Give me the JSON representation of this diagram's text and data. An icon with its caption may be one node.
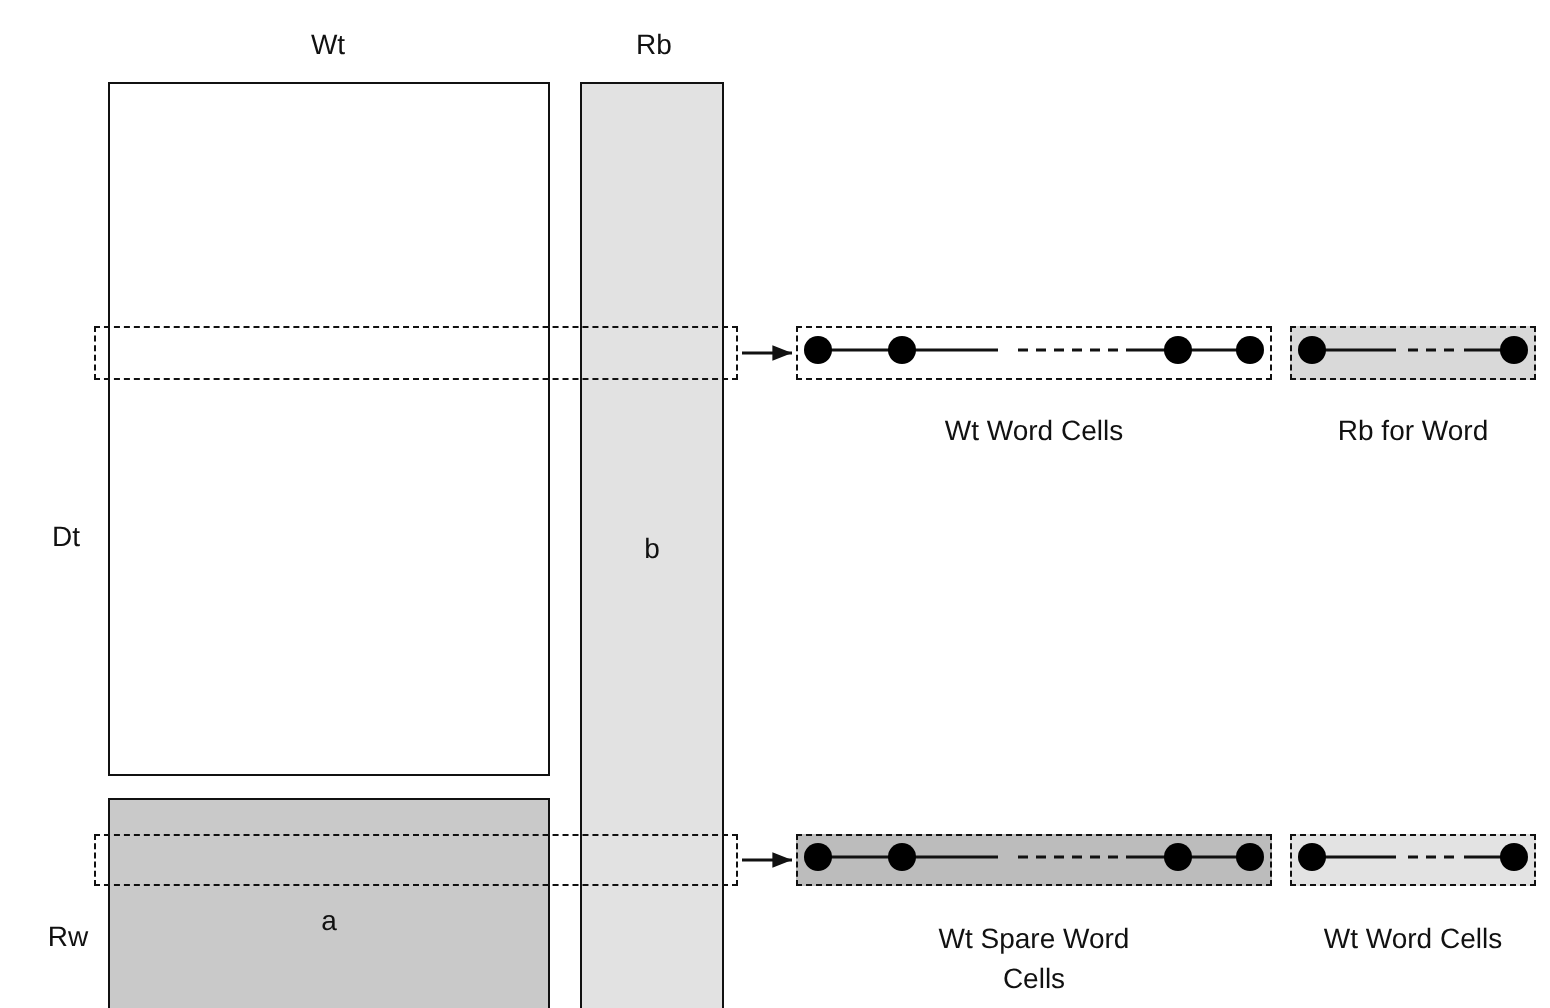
{
  "diagram": {
    "nodes": [
      {
        "text": [],
        "shape": "box"
      },
      {
        "text": [
          "b"
        ]
      },
      {
        "text": [
          "a"
        ]
      },
      {
        "text": [],
        "shape": "box"
      },
      {
        "text": [],
        "shape": "box"
      },
      {
        "text": [],
        "shape": "box",
        "beside": [
          "Wt Word Cells"
        ]
      },
      {
        "text": [],
        "shape": "box",
        "beside": [
          "Rb for Word"
        ]
      },
      {
        "text": [],
        "shape": "box",
        "beside": [
          "Wt Spare Word Cells"
        ]
      },
      {
        "text": [],
        "shape": "box",
        "beside": [
          "Wt Word Cells"
        ]
      }
    ],
    "edges": [
      {
        "from": 3,
        "to": 5,
        "arrow": "to"
      },
      {
        "from": 4,
        "to": 7,
        "arrow": "to"
      }
    ],
    "labels": [
      "Wt",
      "Rb",
      "Dt",
      "Rw"
    ]
  }
}
